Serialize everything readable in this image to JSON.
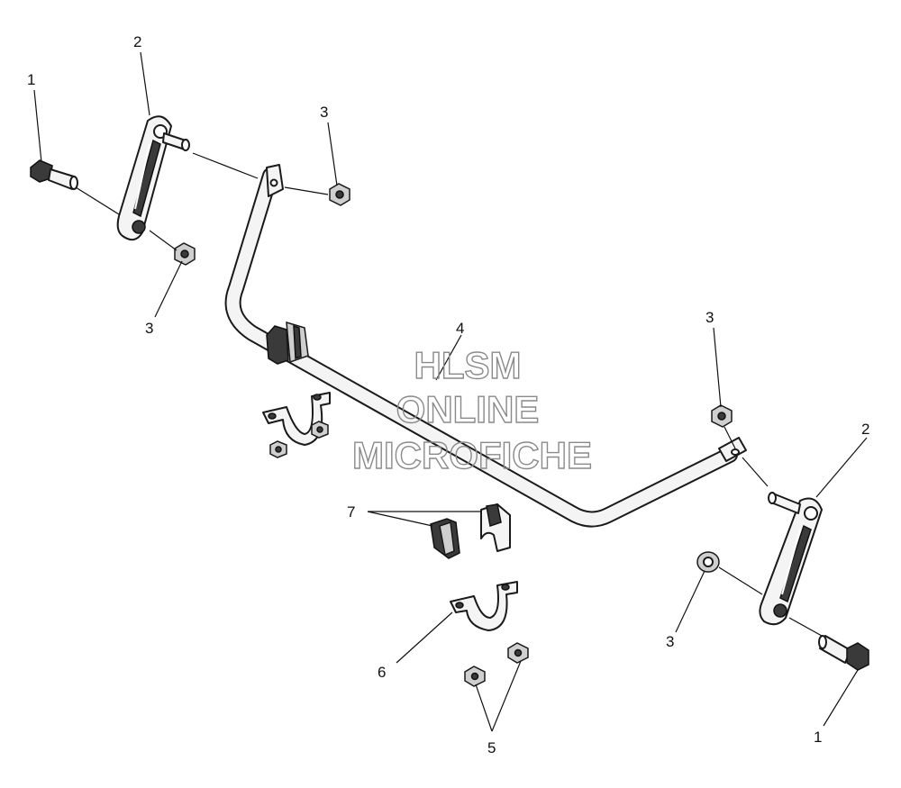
{
  "callouts": [
    {
      "id": "c1a",
      "text": "1"
    },
    {
      "id": "c2a",
      "text": "2"
    },
    {
      "id": "c3a",
      "text": "3"
    },
    {
      "id": "c3b",
      "text": "3"
    },
    {
      "id": "c4",
      "text": "4"
    },
    {
      "id": "c3c",
      "text": "3"
    },
    {
      "id": "c2b",
      "text": "2"
    },
    {
      "id": "c7",
      "text": "7"
    },
    {
      "id": "c3d",
      "text": "3"
    },
    {
      "id": "c6",
      "text": "6"
    },
    {
      "id": "c1b",
      "text": "1"
    },
    {
      "id": "c5",
      "text": "5"
    }
  ],
  "watermark": {
    "line1": "HLSM",
    "line2": "ONLINE",
    "line3": "MICROFICHE"
  }
}
